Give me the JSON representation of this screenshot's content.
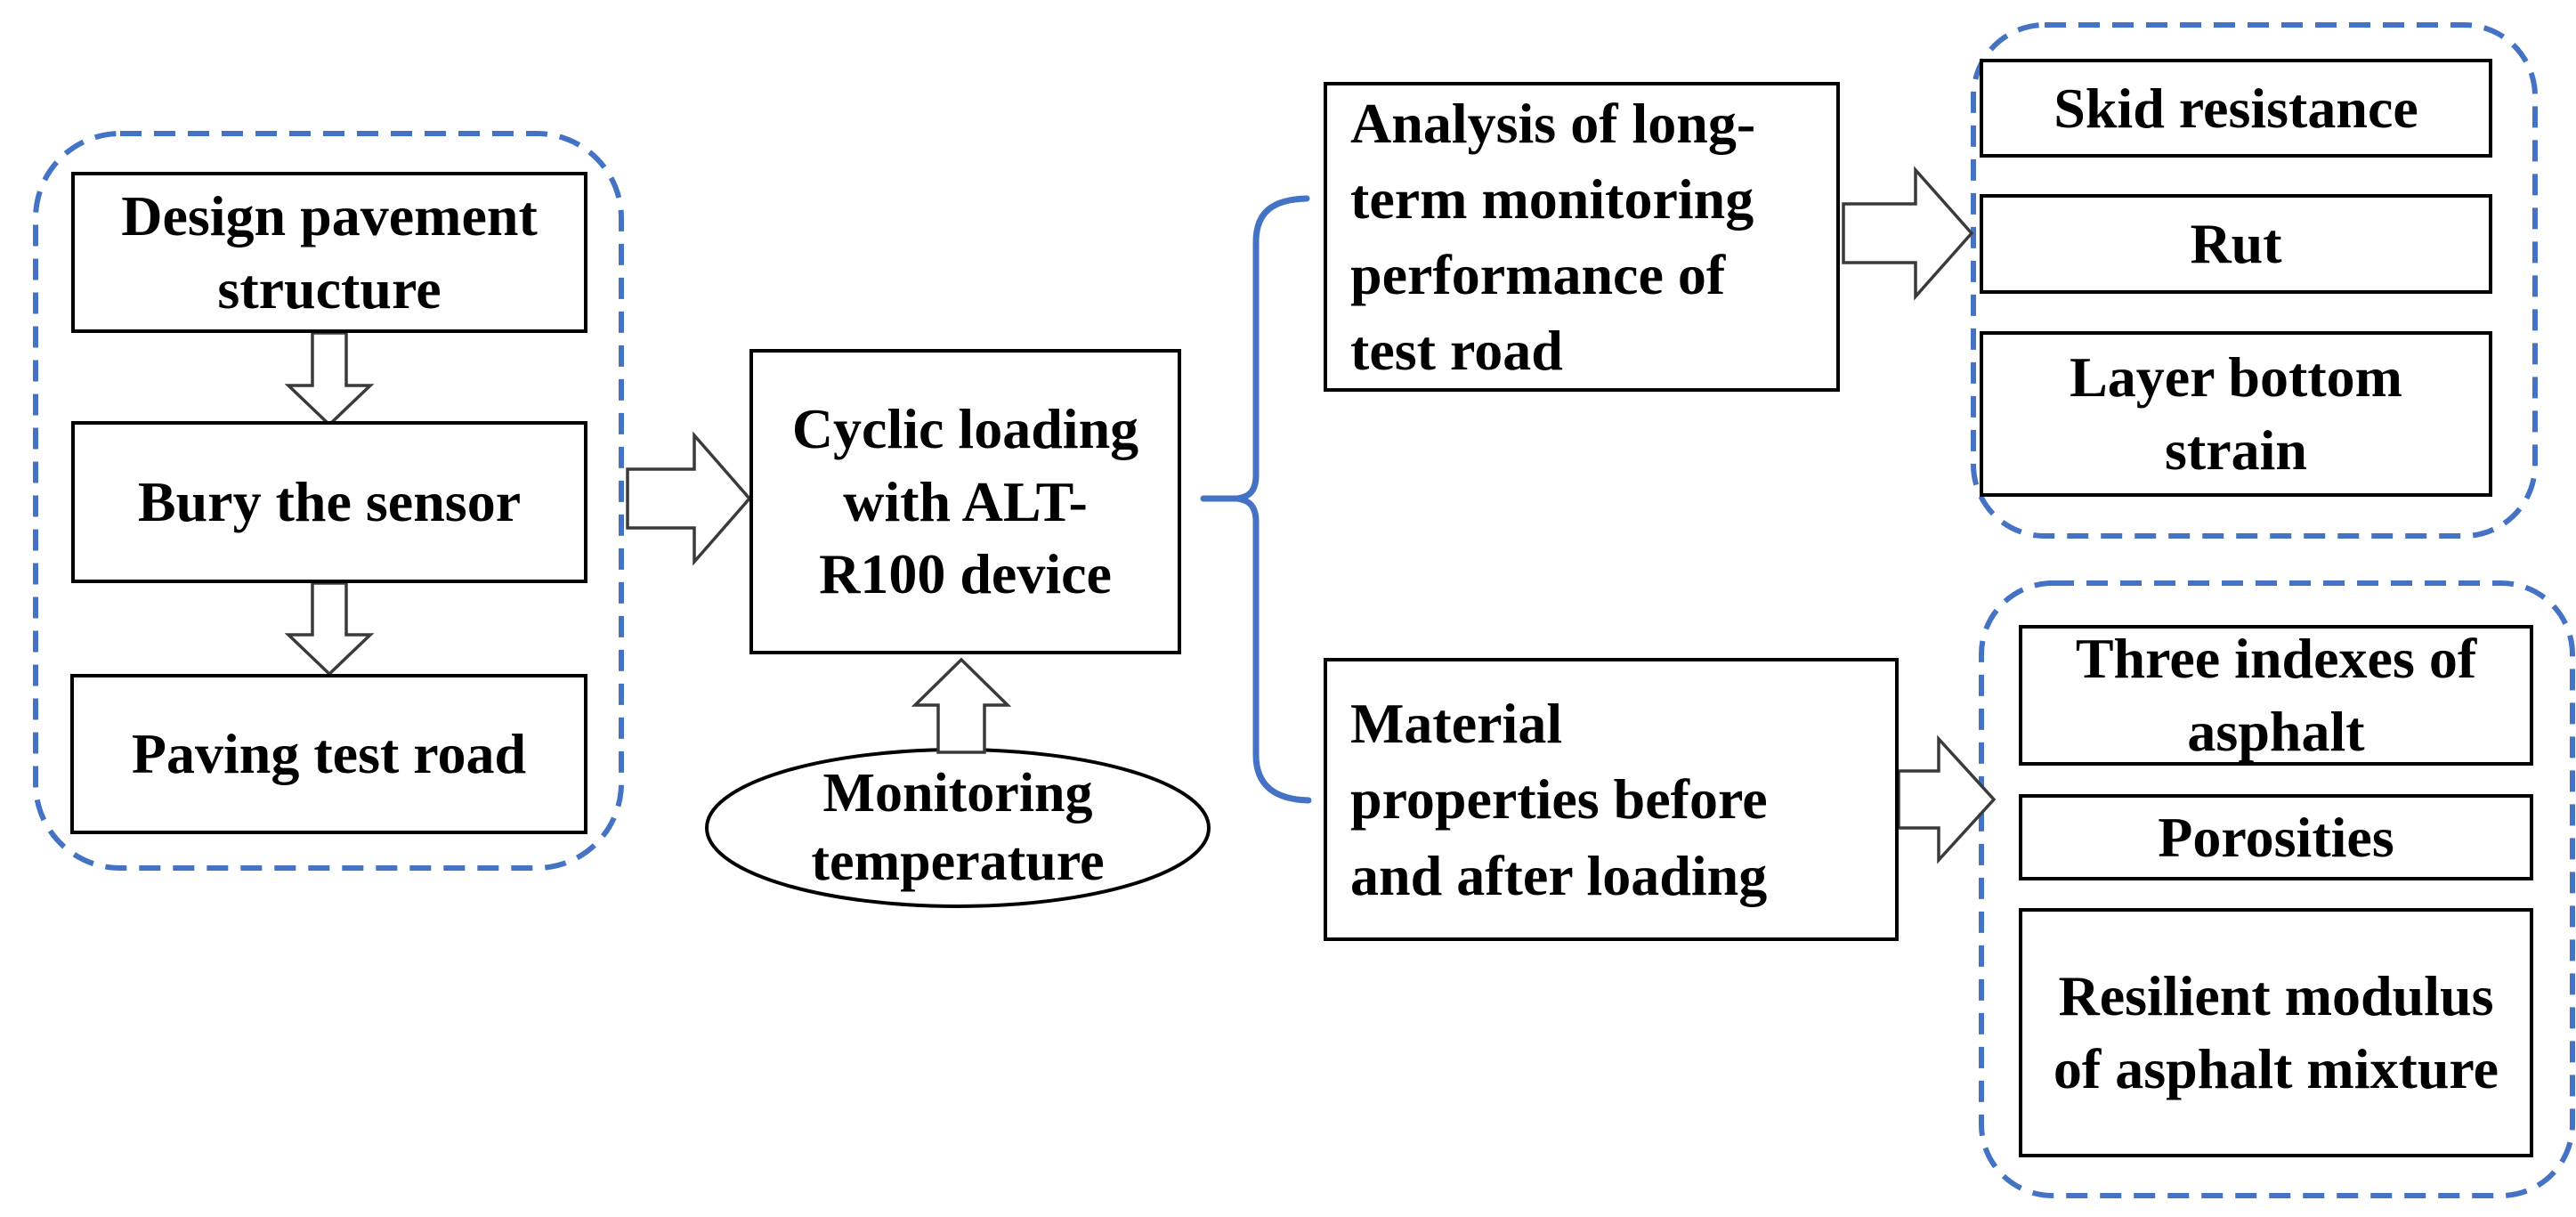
{
  "colors": {
    "accent_blue": "#4472C4",
    "line_black": "#000000",
    "background": "#FFFFFF"
  },
  "preparation_group": {
    "step1": "Design pavement\nstructure",
    "step2": "Bury the sensor",
    "step3": "Paving test road"
  },
  "loading": {
    "box": "Cyclic loading\nwith ALT-\nR100 device",
    "temperature_ellipse": "Monitoring\ntemperature"
  },
  "analysis_branch": {
    "label": "Analysis of long-\nterm monitoring\nperformance of\ntest road",
    "outputs": [
      "Skid resistance",
      "Rut",
      "Layer bottom\nstrain"
    ]
  },
  "material_branch": {
    "label": "Material\nproperties before\nand after loading",
    "outputs": [
      "Three indexes of\nasphalt",
      "Porosities",
      "Resilient modulus\nof asphalt mixture"
    ]
  }
}
